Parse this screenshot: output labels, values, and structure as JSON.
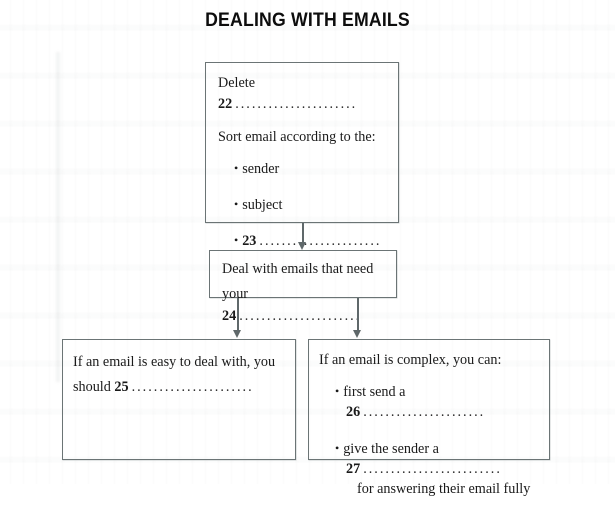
{
  "title": "DEALING WITH EMAILS",
  "dots": {
    "short": "......................",
    "long": "........................."
  },
  "boxes": {
    "sort": {
      "name": "sort-emails-box",
      "line1_text": "Delete ",
      "line1_num": "22",
      "line2": "Sort email according to the:",
      "bullets": [
        {
          "text": "sender",
          "num": ""
        },
        {
          "text": "subject",
          "num": ""
        },
        {
          "text": "",
          "num": "23"
        }
      ]
    },
    "deal": {
      "name": "deal-with-emails-box",
      "line1": "Deal with emails that need",
      "line2_text": "your ",
      "line2_num": "24"
    },
    "easy": {
      "name": "easy-email-box",
      "line1": "If an email is easy to deal with, you",
      "line2_text": "should ",
      "line2_num": "25"
    },
    "complex": {
      "name": "complex-email-box",
      "heading": "If an email is complex, you can:",
      "bullets": [
        {
          "text": "first send a ",
          "num": "26",
          "sub": ""
        },
        {
          "text": "give the sender a ",
          "num": "27",
          "sub": "for answering their email fully"
        }
      ]
    }
  },
  "bullet_glyph": "•",
  "colors": {
    "border": "#6b7475",
    "connector": "#5f686a",
    "text": "#1a1a1a",
    "title": "#0d0d0d",
    "background": "#ffffff"
  }
}
